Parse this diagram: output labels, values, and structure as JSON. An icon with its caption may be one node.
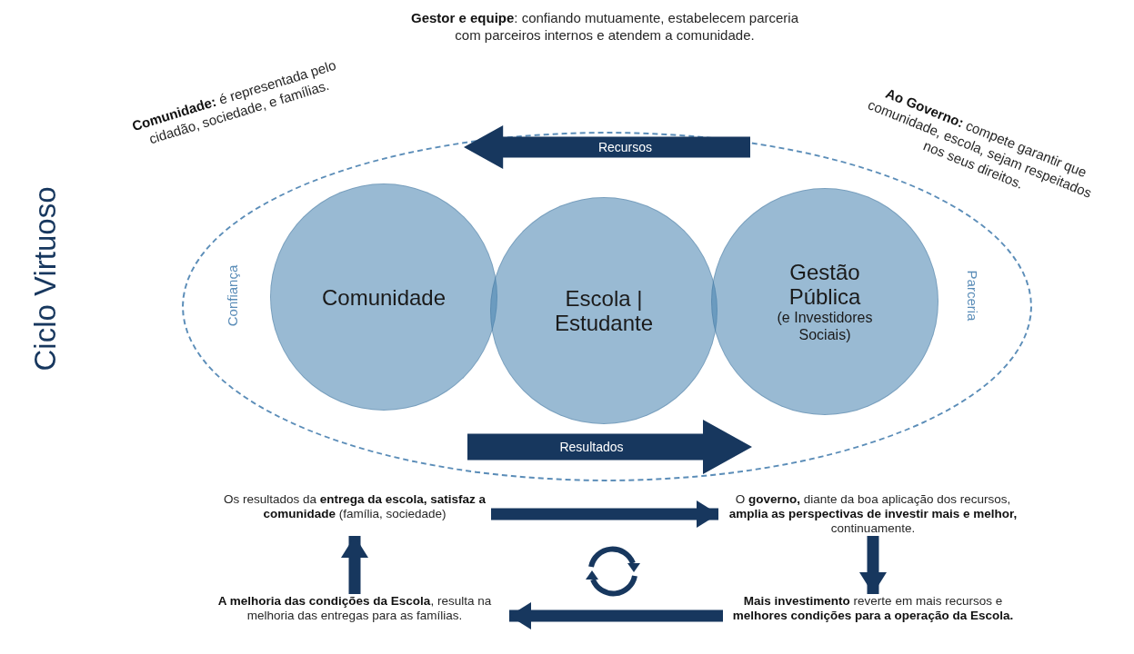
{
  "diagram": {
    "title": "Ciclo Virtuoso",
    "nodes": [
      {
        "text": [
          "Confiança",
          "Parceria"
        ]
      },
      {
        "text": [
          "Comunidade"
        ],
        "in": 0
      },
      {
        "text": [
          "Escola | Estudante"
        ],
        "in": 0
      },
      {
        "text": [
          "Gestão Pública",
          "(e Investidores Sociais)"
        ],
        "in": 0
      },
      {
        "text": [
          "Recursos"
        ]
      },
      {
        "text": [
          "Resultados"
        ],
        "in": 0
      },
      {
        "text": [
          "Os resultados da **entrega da escola, satisfaz a comunidade** (família, sociedade)"
        ]
      },
      {
        "text": [
          "**A melhoria das condições da Escola**, resulta na melhoria das entregas para as famílias."
        ]
      },
      {
        "text": [
          "O **governo,** diante da boa aplicação dos recursos, **amplia as perspectivas de investir mais e melhor,** continuamente."
        ]
      },
      {
        "text": [
          "**Mais investimento** reverte em mais recursos e **melhores condições para a operação da Escola.**"
        ]
      }
    ],
    "edges": [
      {
        "from": 7,
        "to": 6,
        "arrow": "to"
      },
      {
        "from": 6,
        "to": 8,
        "arrow": "to"
      },
      {
        "from": 8,
        "to": 9,
        "arrow": "to"
      },
      {
        "from": 9,
        "to": 7,
        "arrow": "to"
      }
    ],
    "labels": [
      "**Gestor e equipe**: confiando mutuamente, estabelecem parceria com parceiros internos e atendem a comunidade.",
      "**Comunidade:** é representada pelo cidadão, sociedade, e famílias.",
      "**Ao Governo:** compete garantir que comunidade, escola, sejam respeitados nos seus direitos."
    ]
  }
}
